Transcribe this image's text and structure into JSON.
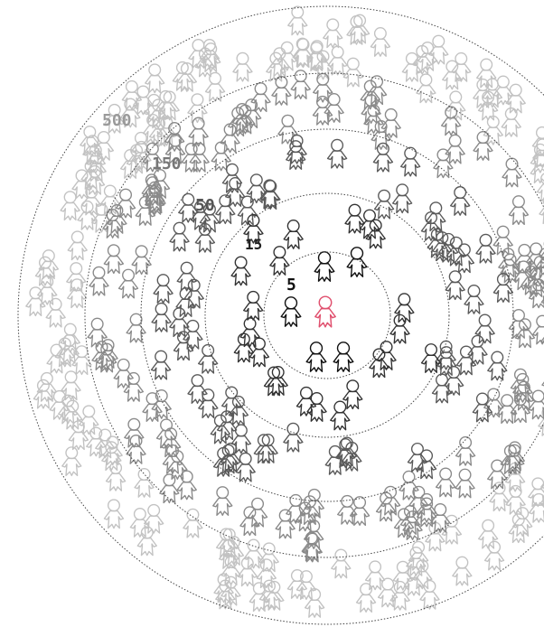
{
  "rings": [
    {
      "label": "5",
      "color": "#111111"
    },
    {
      "label": "15",
      "color": "#222222"
    },
    {
      "label": "50",
      "color": "#555555"
    },
    {
      "label": "150",
      "color": "#777777"
    },
    {
      "label": "500",
      "color": "#9a9a9a"
    }
  ],
  "center_person_color": "#e0506e",
  "people_colors": {
    "ring5": "#111111",
    "ring15": "#333333",
    "ring50": "#5a5a5a",
    "ring150": "#8a8a8a",
    "ring500": "#c2c2c2"
  }
}
